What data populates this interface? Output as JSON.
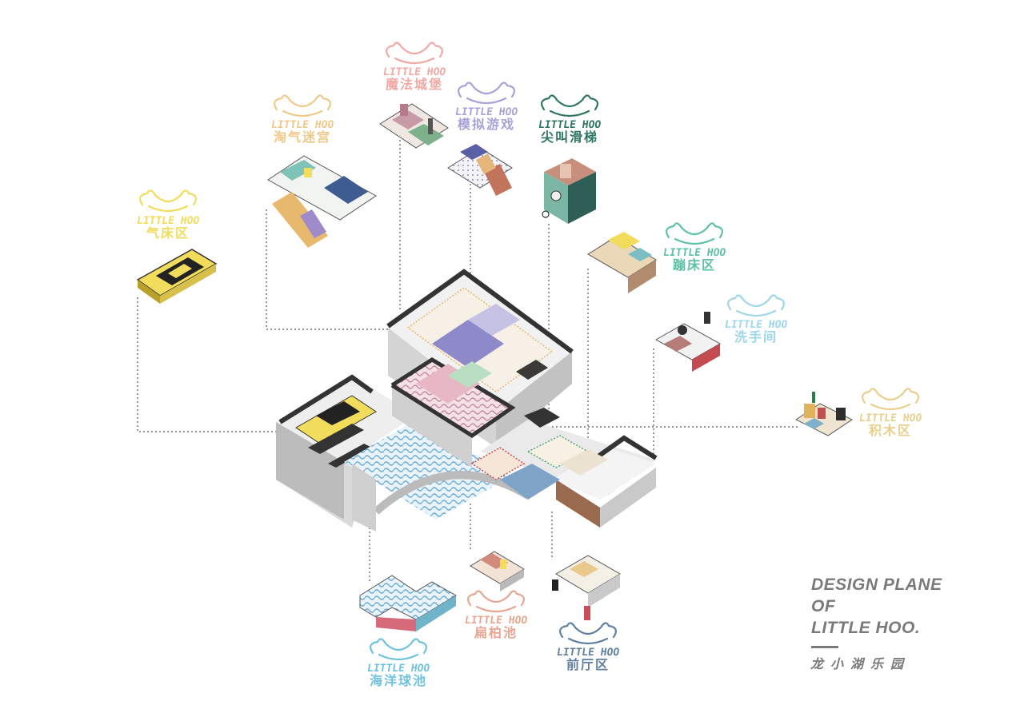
{
  "title": {
    "line1": "DESIGN PLANE",
    "line2": "OF",
    "line3": "LITTLE HOO.",
    "chinese": "龙小湖乐园"
  },
  "brand_text": "LITTLE HOO",
  "zones": [
    {
      "id": "air-bed",
      "cn": "气床区",
      "color": "#f1dc5c"
    },
    {
      "id": "naughty-maze",
      "cn": "淘气迷宫",
      "color": "#f0c98a"
    },
    {
      "id": "magic-castle",
      "cn": "魔法城堡",
      "color": "#f2a8a3"
    },
    {
      "id": "simulation-game",
      "cn": "模拟游戏",
      "color": "#a7a3d8"
    },
    {
      "id": "scream-slide",
      "cn": "尖叫滑梯",
      "color": "#2f7563"
    },
    {
      "id": "trampoline",
      "cn": "蹦床区",
      "color": "#5fc0a8"
    },
    {
      "id": "restroom",
      "cn": "洗手间",
      "color": "#9dd7e8"
    },
    {
      "id": "blocks",
      "cn": "积木区",
      "color": "#e9cf8c"
    },
    {
      "id": "ball-pool",
      "cn": "海洋球池",
      "color": "#6fc2dd"
    },
    {
      "id": "flat-pool",
      "cn": "扁柏池",
      "color": "#e8a692"
    },
    {
      "id": "lobby",
      "cn": "前厅区",
      "color": "#5f7f9f"
    }
  ]
}
